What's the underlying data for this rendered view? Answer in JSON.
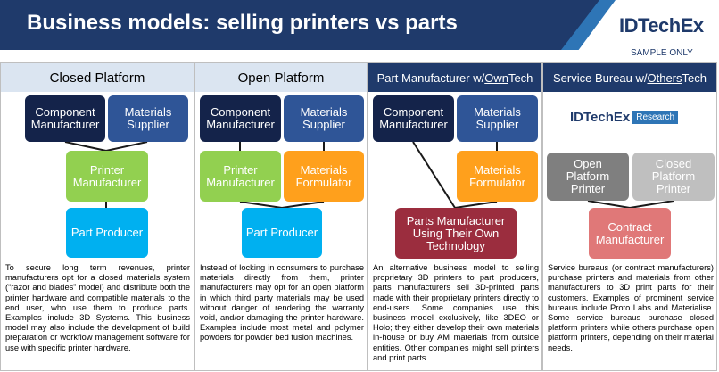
{
  "header": {
    "title": "Business models: selling printers vs parts",
    "logo_text": "IDTechEx",
    "sample_label": "SAMPLE ONLY"
  },
  "columns": [
    {
      "title": "Closed Platform",
      "boxes": {
        "component": "Component Manufacturer",
        "materials": "Materials Supplier",
        "printer": "Printer Manufacturer",
        "part": "Part Producer"
      },
      "description": "To secure long term revenues, printer manufacturers opt for a closed materials system (“razor and blades” model) and distribute both the printer hardware and compatible materials to the end user, who use them to produce parts. Examples include 3D Systems. This business model may also include the development of build preparation or workflow management software for use with specific printer hardware."
    },
    {
      "title": "Open Platform",
      "boxes": {
        "component": "Component Manufacturer",
        "materials": "Materials Supplier",
        "printer": "Printer Manufacturer",
        "formulator": "Materials Formulator",
        "part": "Part Producer"
      },
      "description": "Instead of locking in consumers to purchase materials directly from them, printer manufacturers may opt for an open platform in which third party materials may be used without danger of rendering the warranty void, and/or damaging the printer hardware. Examples include most metal and polymer powders for powder bed fusion machines."
    },
    {
      "title_prefix": "Part Manufacturer w/ ",
      "title_emph": "Own",
      "title_suffix": " Tech",
      "boxes": {
        "component": "Component Manufacturer",
        "materials": "Materials Supplier",
        "formulator": "Materials Formulator",
        "parts": "Parts Manufacturer Using Their Own Technology"
      },
      "description": "An alternative business model to selling proprietary 3D printers to part producers, parts manufacturers sell 3D-printed parts made with their proprietary printers directly to end-users. Some companies use this business model exclusively, like 3DEO or Holo; they either develop their own materials in-house or buy AM materials from outside entities. Other companies might sell printers and print parts."
    },
    {
      "title_prefix": "Service Bureau w/ ",
      "title_emph": "Others",
      "title_suffix": " Tech",
      "logo_text": "IDTechEx",
      "logo_badge": "Research",
      "boxes": {
        "open": "Open Platform Printer",
        "closed": "Closed Platform Printer",
        "contract": "Contract Manufacturer"
      },
      "description": "Service bureaus (or contract manufacturers) purchase printers and materials from other manufacturers to 3D print parts for their customers. Examples of prominent service bureaus include Proto Labs and Materialise. Some service bureaus purchase closed platform printers while others purchase open platform printers, depending on their material needs."
    }
  ]
}
